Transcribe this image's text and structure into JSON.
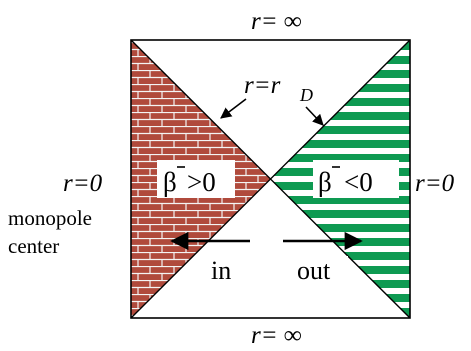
{
  "labels": {
    "top": "r= ∞",
    "bottom": "r= ∞",
    "left_r0": "r=0",
    "right_r0": "r=0",
    "rd_r": "r=r",
    "rd_sub": "D",
    "monopole": "monopole",
    "center": "center",
    "beta_left": "β",
    "beta_left_rel": ">0",
    "beta_right": "β",
    "beta_right_rel": "<0",
    "in": "in",
    "out": "out"
  },
  "colors": {
    "brick_fill": "#b04a3c",
    "brick_mortar": "#f4f4f4",
    "stripe_green": "#0e9a52",
    "outline": "#000000",
    "background": "#ffffff"
  }
}
